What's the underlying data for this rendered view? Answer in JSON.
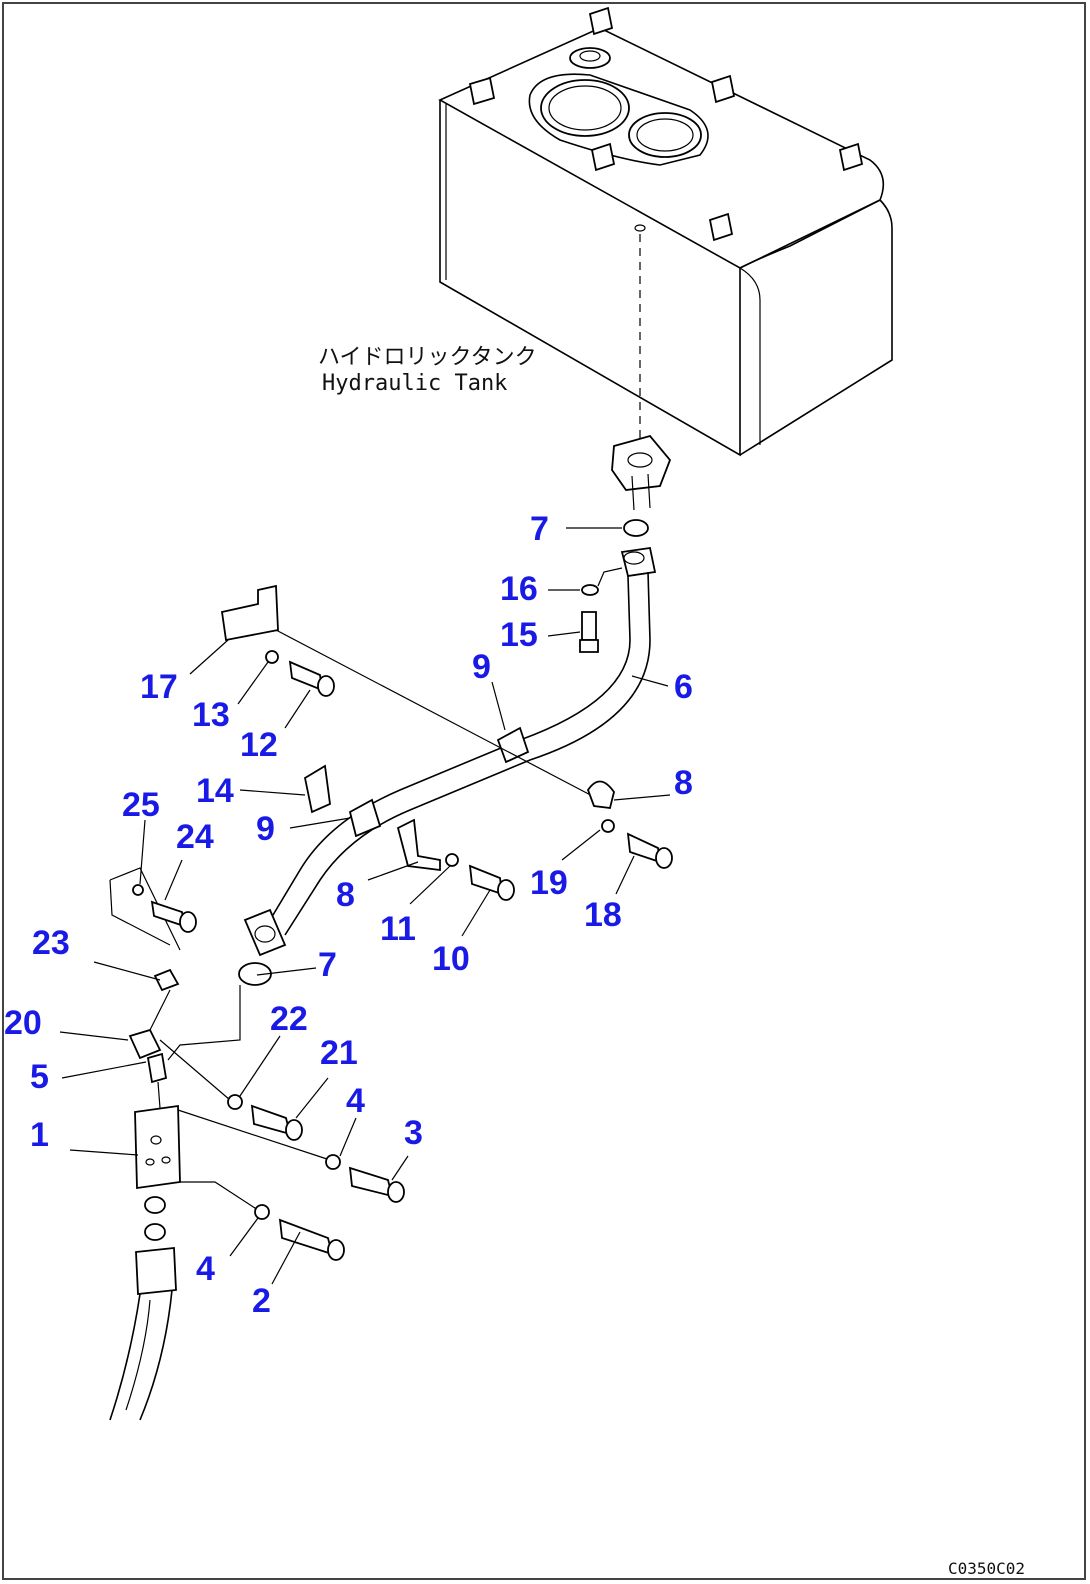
{
  "tank_label": {
    "jp": "ハイドロリックタンク",
    "en": "Hydraulic Tank"
  },
  "drawing_code": "C0350C02",
  "callouts": [
    "1",
    "2",
    "3",
    "4",
    "4",
    "5",
    "6",
    "7",
    "7",
    "8",
    "8",
    "9",
    "9",
    "10",
    "11",
    "12",
    "13",
    "14",
    "15",
    "16",
    "17",
    "18",
    "19",
    "20",
    "21",
    "22",
    "23",
    "24",
    "25"
  ]
}
